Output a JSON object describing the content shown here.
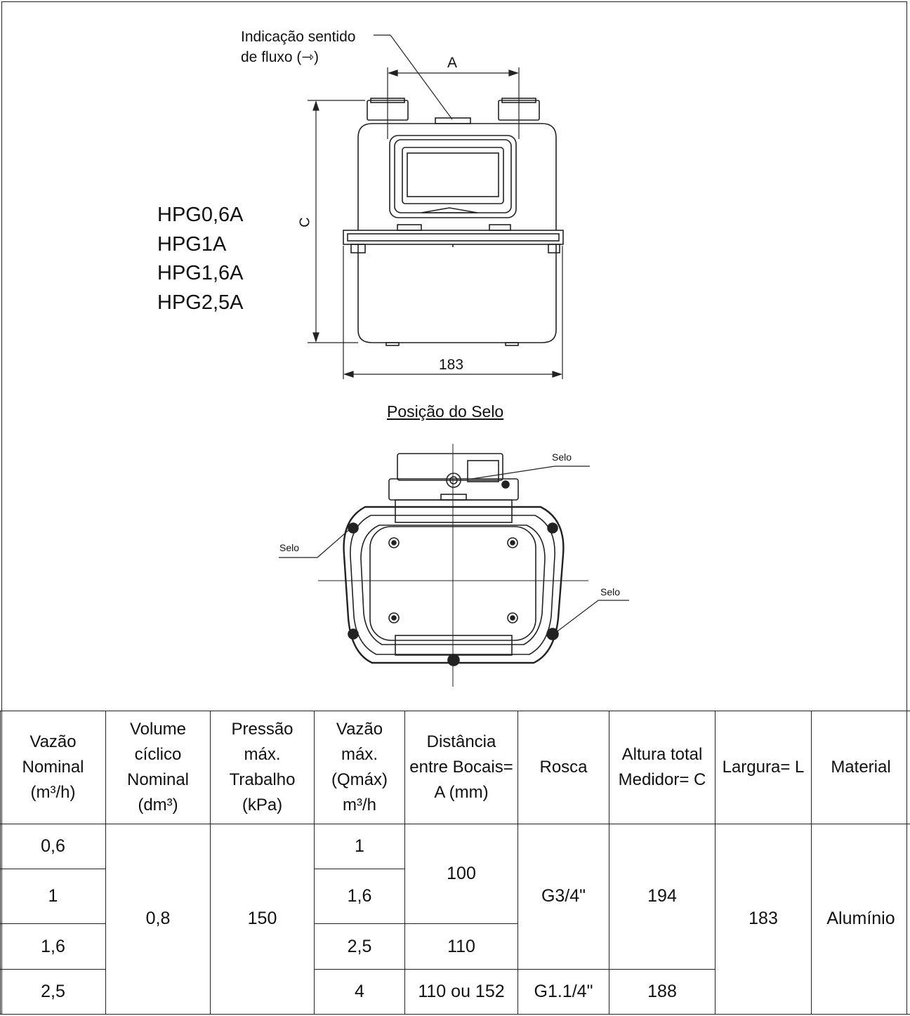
{
  "drawing": {
    "flow_label_line1": "Indicação sentido",
    "flow_label_line2": "de fluxo  (⇾)",
    "dim_a": "A",
    "dim_c": "C",
    "dim_width": "183",
    "models": [
      "HPG0,6A",
      "HPG1A",
      "HPG1,6A",
      "HPG2,5A"
    ],
    "seal_title": "Posição do Selo",
    "seal_labels": [
      "Selo",
      "Selo",
      "Selo"
    ]
  },
  "table": {
    "headers": {
      "vazao_nominal": "Vazão Nominal (m³/h)",
      "volume_ciclico": "Volume cíclico Nominal (dm³)",
      "pressao": "Pressão máx. Trabalho (kPa)",
      "vazao_max": "Vazão máx. (Qmáx) m³/h",
      "distancia": "Distância entre Bocais= A (mm)",
      "rosca": "Rosca",
      "altura": "Altura total Medidor= C",
      "largura": "Largura= L",
      "material": "Material"
    },
    "vazao_nominal": [
      "0,6",
      "1",
      "1,6",
      "2,5"
    ],
    "volume_ciclico": "0,8",
    "pressao": "150",
    "vazao_max": [
      "1",
      "1,6",
      "2,5",
      "4"
    ],
    "distancia": [
      "100",
      "110",
      "110 ou 152"
    ],
    "rosca": [
      "G3/4\"",
      "G1.1/4\""
    ],
    "altura": [
      "194",
      "188"
    ],
    "largura": "183",
    "material": "Alumínio"
  }
}
